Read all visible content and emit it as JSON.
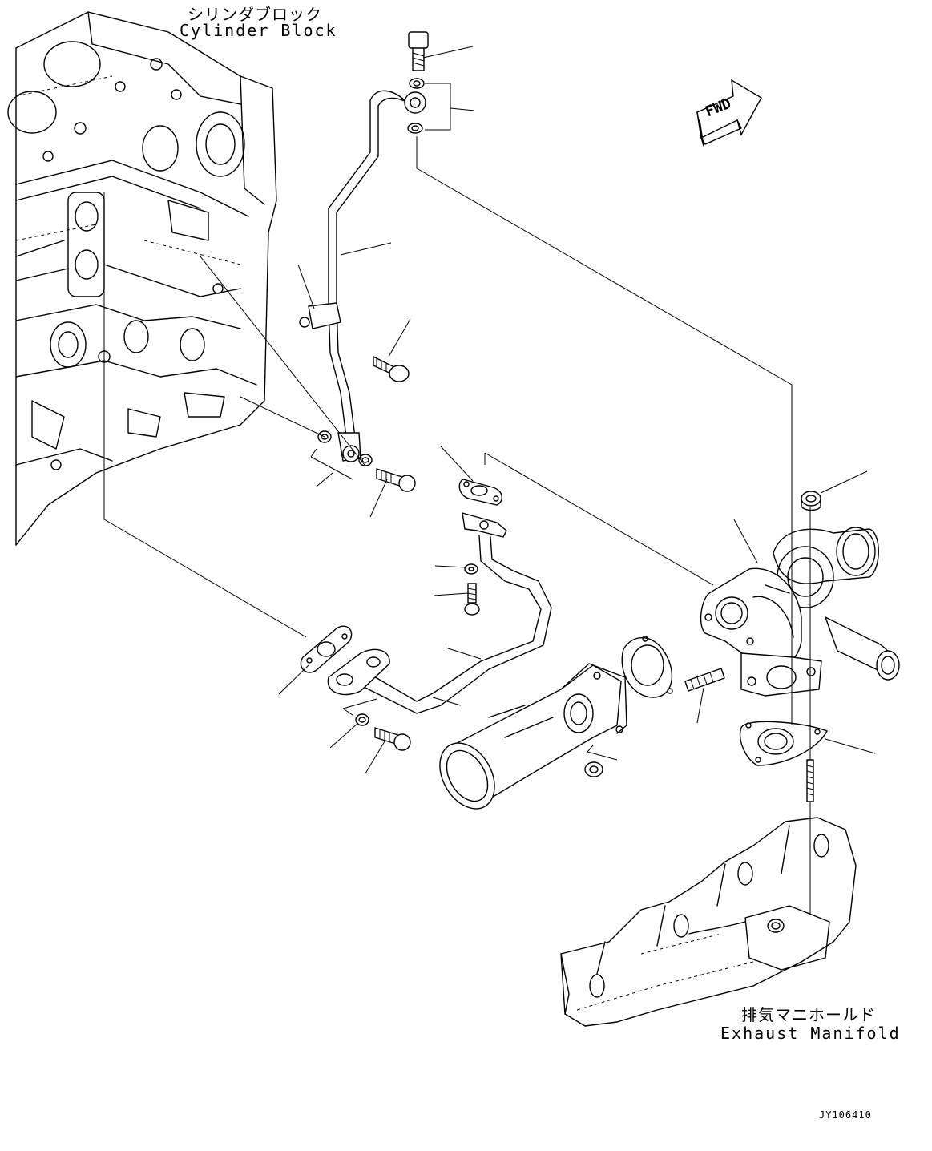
{
  "labels": {
    "cylinder_block_jp": "シリンダブロック",
    "cylinder_block_en": "Cylinder Block",
    "exhaust_manifold_jp": "排気マニホールド",
    "exhaust_manifold_en": "Exhaust Manifold",
    "fwd": "FWD",
    "drawing_code": "JY106410"
  },
  "icons": [
    "fwd-arrow-icon"
  ],
  "line_color": "#000000",
  "background": "#ffffff"
}
